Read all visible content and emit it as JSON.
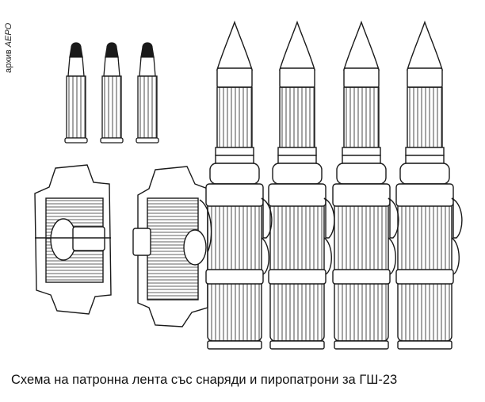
{
  "credit": {
    "prefix": "архив",
    "source": "АЕРО"
  },
  "caption": "Схема на патронна лента със снаряди и пиропатрони за ГШ-23",
  "illustration": {
    "subject": "ammunition-belt-schematic",
    "line_color": "#1a1a1a",
    "paper_color": "#ffffff",
    "squib_count": 3,
    "round_count": 4,
    "loose_link_count": 2
  }
}
